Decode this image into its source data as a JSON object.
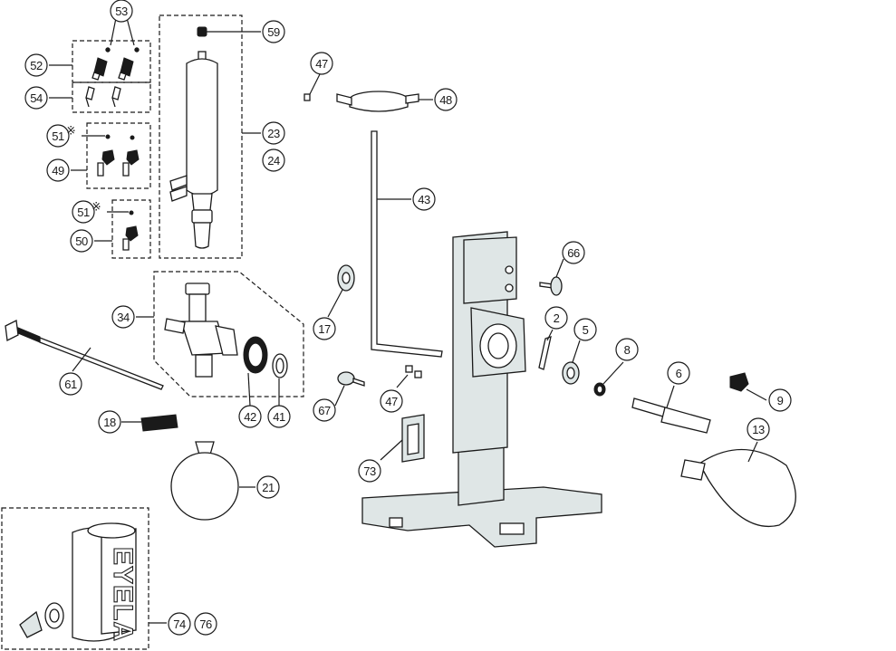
{
  "diagram": {
    "callouts": [
      {
        "id": "c53",
        "label": "53"
      },
      {
        "id": "c52",
        "label": "52"
      },
      {
        "id": "c54",
        "label": "54"
      },
      {
        "id": "c51a",
        "label": "51",
        "note": "※"
      },
      {
        "id": "c49",
        "label": "49"
      },
      {
        "id": "c51b",
        "label": "51",
        "note": "※"
      },
      {
        "id": "c50",
        "label": "50"
      },
      {
        "id": "c59",
        "label": "59"
      },
      {
        "id": "c23",
        "label": "23"
      },
      {
        "id": "c24",
        "label": "24"
      },
      {
        "id": "c47a",
        "label": "47"
      },
      {
        "id": "c48",
        "label": "48"
      },
      {
        "id": "c43",
        "label": "43"
      },
      {
        "id": "c34",
        "label": "34"
      },
      {
        "id": "c61",
        "label": "61"
      },
      {
        "id": "c17",
        "label": "17"
      },
      {
        "id": "c66",
        "label": "66"
      },
      {
        "id": "c2",
        "label": "2"
      },
      {
        "id": "c5",
        "label": "5"
      },
      {
        "id": "c8",
        "label": "8"
      },
      {
        "id": "c6",
        "label": "6"
      },
      {
        "id": "c9",
        "label": "9"
      },
      {
        "id": "c42",
        "label": "42"
      },
      {
        "id": "c41",
        "label": "41"
      },
      {
        "id": "c67",
        "label": "67"
      },
      {
        "id": "c47b",
        "label": "47"
      },
      {
        "id": "c18",
        "label": "18"
      },
      {
        "id": "c13",
        "label": "13"
      },
      {
        "id": "c73",
        "label": "73"
      },
      {
        "id": "c21",
        "label": "21"
      },
      {
        "id": "c74",
        "label": "74"
      },
      {
        "id": "c76",
        "label": "76"
      }
    ],
    "logo_text": "EYELA",
    "colors": {
      "line": "#1a1a1a",
      "tint": "#dfe6e6",
      "background": "#ffffff"
    }
  }
}
